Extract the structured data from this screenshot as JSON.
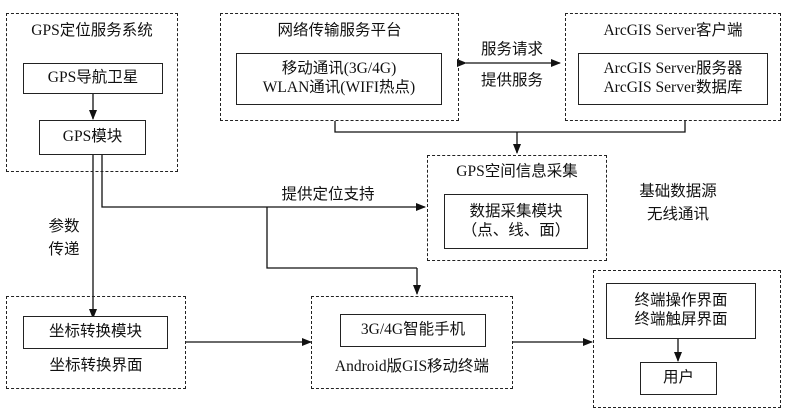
{
  "gps_system": {
    "title": "GPS定位服务系统",
    "satellite": "GPS导航卫星",
    "module": "GPS模块"
  },
  "network": {
    "title": "网络传输服务平台",
    "line1": "移动通讯(3G/4G)",
    "line2": "WLAN通讯(WIFI热点)"
  },
  "arcgis": {
    "title": "ArcGIS Server客户端",
    "line1": "ArcGIS Server服务器",
    "line2": "ArcGIS Server数据库"
  },
  "labels": {
    "service_request": "服务请求",
    "provide_service": "提供服务",
    "location_support": "提供定位支持",
    "param_1": "参数",
    "param_2": "传递",
    "base_data": "基础数据源",
    "wireless": "无线通讯"
  },
  "collection": {
    "title": "GPS空间信息采集",
    "line1": "数据采集模块",
    "line2": "（点、线、面）"
  },
  "coordinate": {
    "module": "坐标转换模块",
    "interface": "坐标转换界面"
  },
  "phone": {
    "module": "3G/4G智能手机",
    "terminal": "Android版GIS移动终端"
  },
  "terminal_ui": {
    "line1": "终端操作界面",
    "line2": "终端触屏界面",
    "user": "用户"
  }
}
